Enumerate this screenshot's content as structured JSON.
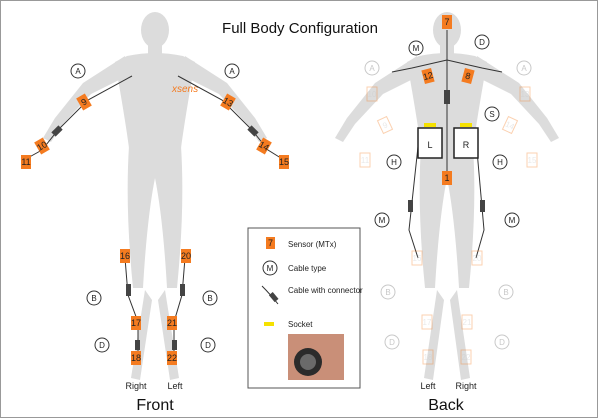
{
  "title": "Full Body Configuration",
  "views": {
    "front": "Front",
    "back": "Back"
  },
  "sides": {
    "right": "Right",
    "left": "Left"
  },
  "brand": "xsens",
  "colors": {
    "sensor": "#f47b20",
    "socket": "#f5e100",
    "silhouette": "#dcdcdc",
    "ghost": "#c8c8c8"
  },
  "sensors": {
    "front": [
      "9",
      "10",
      "11",
      "13",
      "14",
      "15",
      "16",
      "17",
      "18",
      "20",
      "21",
      "22"
    ],
    "back": [
      "7",
      "12",
      "8",
      "1"
    ]
  },
  "ghost_sensors": [
    "10",
    "9",
    "11",
    "13",
    "14",
    "15",
    "16",
    "20",
    "17",
    "21",
    "18",
    "22"
  ],
  "callouts": {
    "front": [
      "A",
      "A",
      "B",
      "B",
      "D",
      "D"
    ],
    "back": [
      "M",
      "D",
      "S",
      "H",
      "H",
      "M",
      "M"
    ]
  },
  "ghost_callouts": [
    "A",
    "A",
    "B",
    "B",
    "D",
    "D"
  ],
  "battery": {
    "left": "L",
    "right": "R"
  },
  "legend": {
    "sensor_symbol": "7",
    "sensor_label": "Sensor (MTx)",
    "cable_symbol": "M",
    "cable_label": "Cable type",
    "connector_label": "Cable with connector",
    "socket_label": "Socket"
  }
}
